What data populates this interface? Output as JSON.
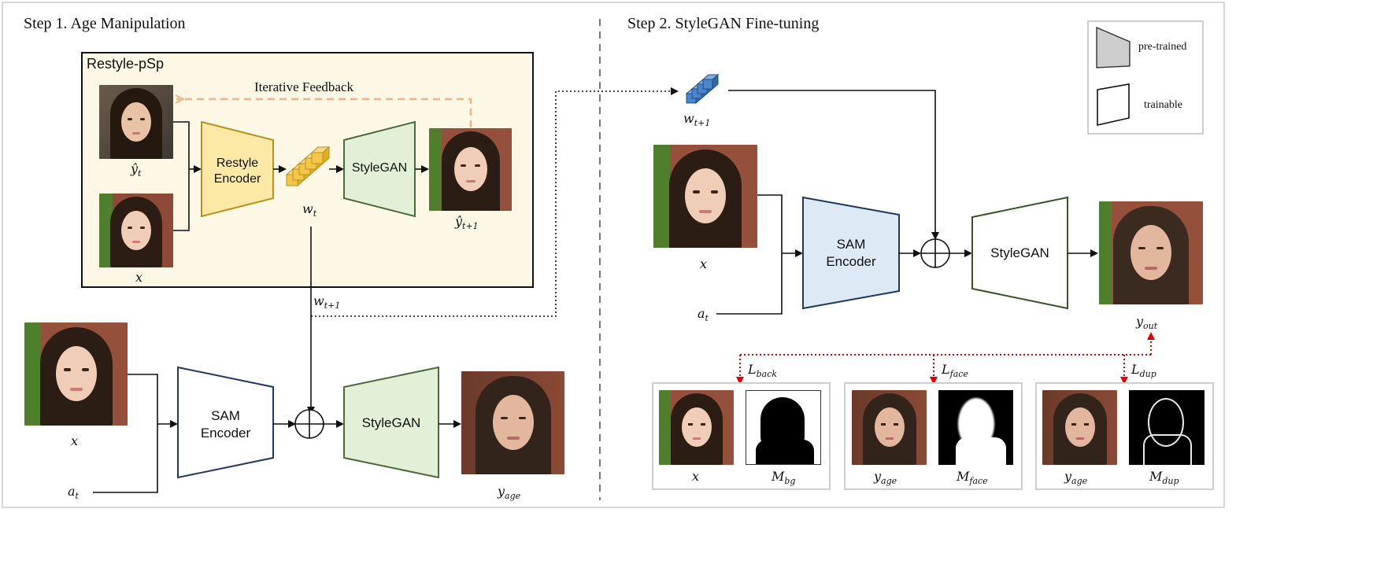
{
  "step1": {
    "title": "Step 1. Age Manipulation"
  },
  "step2": {
    "title": "Step 2. StyleGAN Fine-tuning"
  },
  "restyle_box": {
    "title": "Restyle-pSp",
    "feedback_label": "Iterative Feedback"
  },
  "blocks": {
    "restyle_encoder": [
      "Restyle",
      "Encoder"
    ],
    "stylegan": "StyleGAN",
    "sam_encoder": [
      "SAM",
      "Encoder"
    ]
  },
  "math": {
    "y_hat_t": [
      "ŷ",
      "t"
    ],
    "x": [
      "x",
      ""
    ],
    "w_t": [
      "w",
      "t"
    ],
    "y_hat_t1": [
      "ŷ",
      "t+1"
    ],
    "w_t1": [
      "w",
      "t+1"
    ],
    "a_t": [
      "a",
      "t"
    ],
    "y_age": [
      "y",
      "age"
    ],
    "y_out": [
      "y",
      "out"
    ],
    "L_back": [
      "L",
      "back"
    ],
    "L_face": [
      "L",
      "face"
    ],
    "L_dup": [
      "L",
      "dup"
    ],
    "M_bg": [
      "M",
      "bg"
    ],
    "M_face": [
      "M",
      "face"
    ],
    "M_dup": [
      "M",
      "dup"
    ]
  },
  "legend": {
    "pretrained": "pre-trained",
    "trainable": "trainable"
  },
  "colors": {
    "restyle_bg": "#fdf7e6",
    "restyle_encoder_fill": "#fde9a6",
    "restyle_encoder_stroke": "#b8901a",
    "stylegan_fill": "#e3f0d8",
    "stylegan_stroke": "#4e6a3a",
    "sam_fill": "#dde9f5",
    "sam_stroke": "#1f3864",
    "feedback_arrow": "#f4b183",
    "loss_arrow": "#e00000",
    "latent_yellow": "#f3c64a",
    "latent_blue": "#4a86c8"
  }
}
